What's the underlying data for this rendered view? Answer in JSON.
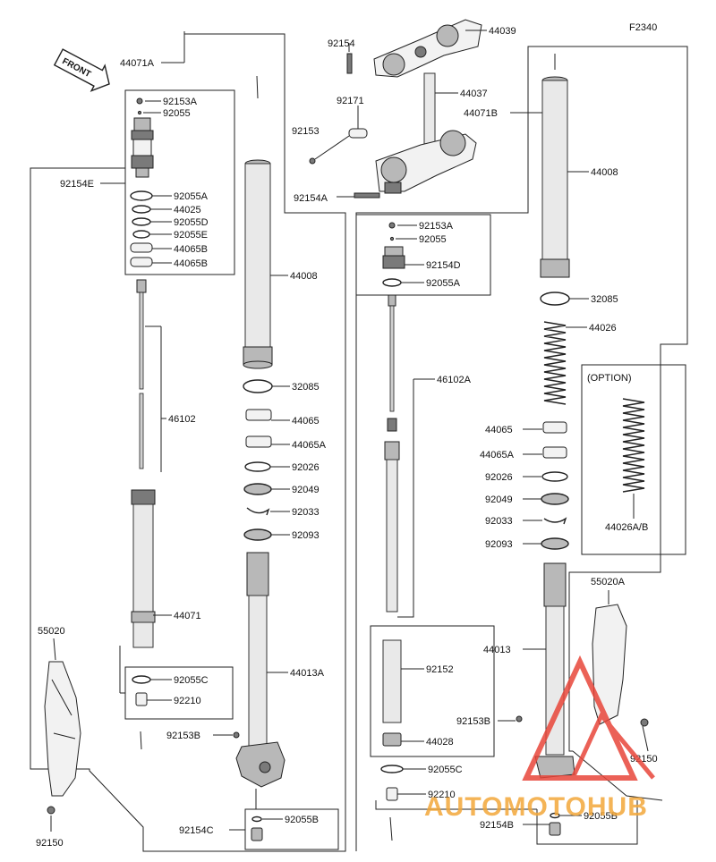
{
  "figure_code": "F2340",
  "front_arrow": "FRONT",
  "option_box_label": "(OPTION)",
  "watermark": "AUTOMOTOHUB",
  "labels": {
    "p44071A": "44071A",
    "p92153A_l": "92153A",
    "p92055_l": "92055",
    "p92154E": "92154E",
    "p92055A_l": "92055A",
    "p44025": "44025",
    "p92055D": "92055D",
    "p92055E": "92055E",
    "p44065B_1": "44065B",
    "p44065B_2": "44065B",
    "p46102": "46102",
    "p44071": "44071",
    "p55020": "55020",
    "p92055C_l": "92055C",
    "p92210_l": "92210",
    "p92150_l": "92150",
    "p44008_l": "44008",
    "p32085_l": "32085",
    "p44065_l": "44065",
    "p44065A_l": "44065A",
    "p92026_l": "92026",
    "p92049_l": "92049",
    "p92033_l": "92033",
    "p92093_l": "92093",
    "p44013A": "44013A",
    "p92153B_l": "92153B",
    "p92154C": "92154C",
    "p92055B_l": "92055B",
    "p92154_t": "92154",
    "p44039": "44039",
    "p92171": "92171",
    "p44037": "44037",
    "p92153_t": "92153",
    "p92154A": "92154A",
    "p92153A_m": "92153A",
    "p92055_m": "92055",
    "p92154D": "92154D",
    "p92055A_m": "92055A",
    "p46102A": "46102A",
    "p92152": "92152",
    "p44028": "44028",
    "p92055C_m": "92055C",
    "p92210_m": "92210",
    "p92154B": "92154B",
    "p92055B_m": "92055B",
    "p44071B": "44071B",
    "p44008_r": "44008",
    "p32085_r": "32085",
    "p44026": "44026",
    "p44065_r": "44065",
    "p44065A_r": "44065A",
    "p92026_r": "92026",
    "p92049_r": "92049",
    "p92033_r": "92033",
    "p92093_r": "92093",
    "p44026AB": "44026A/B",
    "p44013": "44013",
    "p55020A": "55020A",
    "p92153B_r": "92153B",
    "p92150_r": "92150"
  },
  "colors": {
    "line": "#222222",
    "watermark_red": "#e8463a",
    "watermark_orange": "#f3a73a",
    "watermark_gray": "#555555"
  }
}
